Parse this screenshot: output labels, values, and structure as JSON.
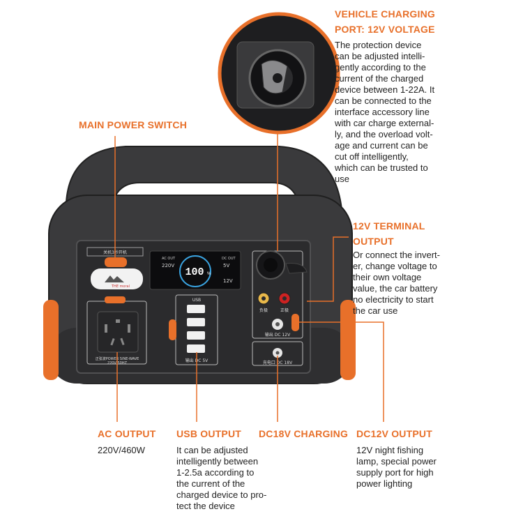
{
  "callouts": {
    "vehicle": {
      "title_line1": "VEHICLE CHARGING",
      "title_line2": "PORT: 12V VOLTAGE",
      "lines": [
        "The protection device",
        "can be adjusted intelli-",
        "gently according to the",
        "current of the charged",
        "device between 1-22A. It",
        "can be connected to the",
        "interface accessory line",
        "with car charge external-",
        "ly, and the overload volt-",
        "age and current can be",
        "cut off intelligently,",
        "which can be trusted to",
        "use"
      ]
    },
    "main_switch": {
      "title": "MAIN POWER SWITCH"
    },
    "terminal": {
      "title_line1": "12V TERMINAL",
      "title_line2": "OUTPUT",
      "lines": [
        "Or connect the invert-",
        "er, change voltage to",
        "their own voltage",
        "value, the car battery",
        "no electricity to start",
        "the car use"
      ]
    },
    "ac": {
      "title": "AC OUTPUT",
      "lines": [
        "220V/460W"
      ]
    },
    "usb": {
      "title": "USB OUTPUT",
      "lines": [
        "It can be adjusted",
        "intelligently between",
        "1-2.5a according to",
        "the current of the",
        "charged device to pro-",
        "tect the device"
      ]
    },
    "dc18": {
      "title": "DC18V CHARGING"
    },
    "dc12": {
      "title": "DC12V OUTPUT",
      "lines": [
        "12V night fishing",
        "lamp, special power",
        "supply port for high",
        "power lighting"
      ]
    }
  },
  "device": {
    "switch_label": "关机3秒开机",
    "display": {
      "ac_out": "AC OUT",
      "v220": "220V",
      "dc_out": "DC OUT",
      "v5": "5V",
      "v12": "12V",
      "percent": "100",
      "percent_sign": "%"
    },
    "usb_label": "USB",
    "usb_bottom": "输出 DC 5V",
    "ac_label_1": "正弦波POWER SINE-WAVE",
    "ac_label_2": "220V 50HZ",
    "neg_label": "负极",
    "pos_label": "正极",
    "dc12_label": "输出 DC 12V",
    "dc18_label": "充电口 DC 18V",
    "logo_text": "THE moral"
  },
  "colors": {
    "accent": "#e8702a",
    "body": "#3a3a3c",
    "panel": "#2b2b2d"
  }
}
